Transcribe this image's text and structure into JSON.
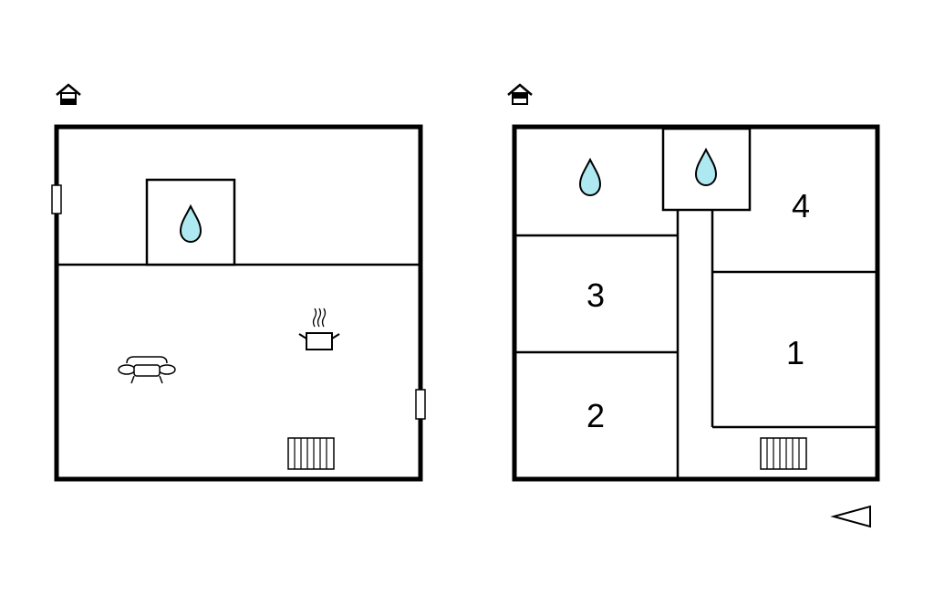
{
  "colors": {
    "wall": "#000000",
    "background": "#ffffff",
    "water": "#aee8f0"
  },
  "floor_left": {
    "floor_icon": "floor-level-ground-icon",
    "icons": [
      "water-drop-icon",
      "sofa-icon",
      "cooking-pot-icon",
      "radiator-icon",
      "window-icon"
    ]
  },
  "floor_right": {
    "floor_icon": "floor-level-upper-icon",
    "room_labels": [
      "4",
      "3",
      "1",
      "2"
    ],
    "icons": [
      "water-drop-icon",
      "water-drop-icon",
      "radiator-icon"
    ]
  },
  "compass": {
    "icon": "north-arrow-icon",
    "direction": "left"
  }
}
